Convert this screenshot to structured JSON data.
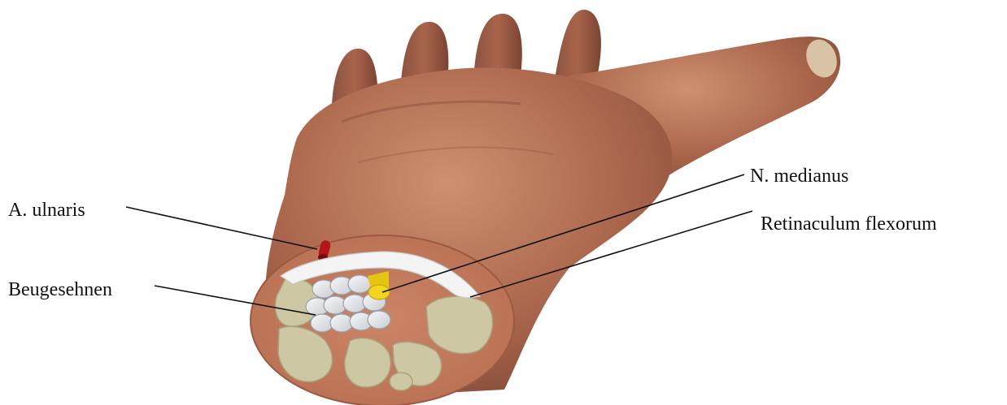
{
  "labels": {
    "a_ulnaris": "A. ulnaris",
    "beugesehnen": "Beugesehnen",
    "n_medianus": "N. medianus",
    "retinaculum_flexorum": "Retinaculum flexorum"
  },
  "colors": {
    "skin": "#a9654b",
    "skin_light": "#c98a6c",
    "cut_surface": "#c47a5e",
    "bone": "#cdc7a3",
    "tendon": "#e4e6ea",
    "nerve": "#f2d520",
    "artery": "#b3151a",
    "retinaculum": "#f4f4f4",
    "leader_line": "#111111"
  }
}
